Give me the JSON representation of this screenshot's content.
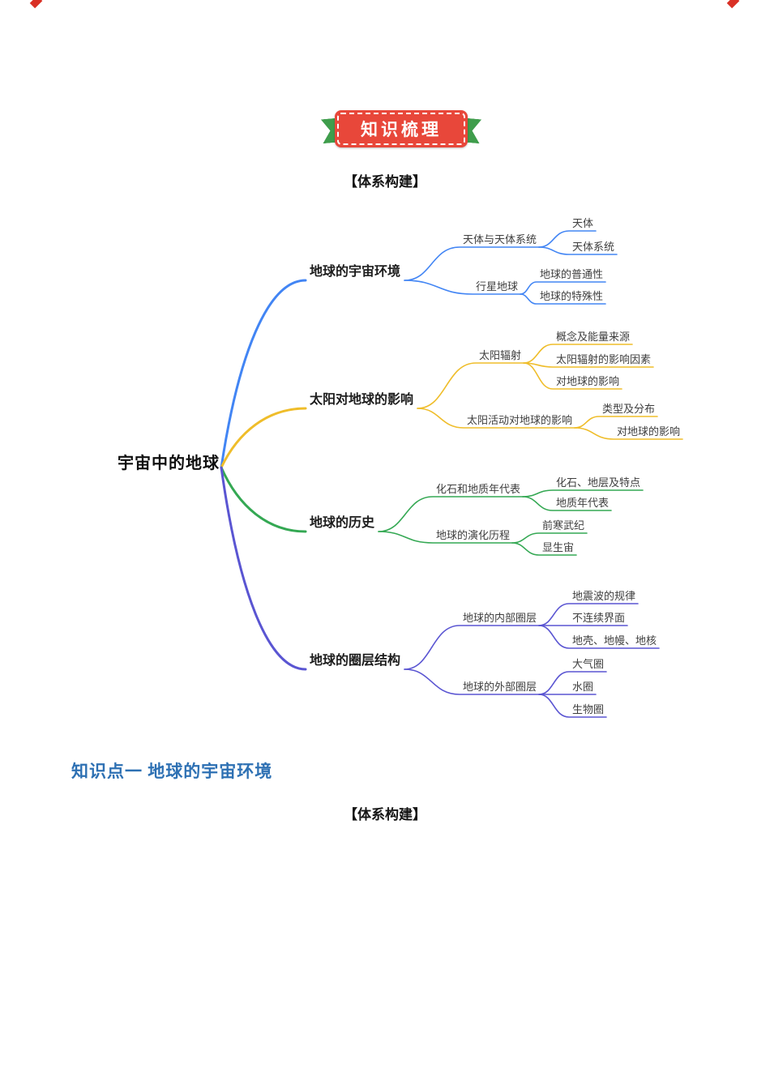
{
  "banner": {
    "label": "知识梳理"
  },
  "headings": {
    "system_build_top": "【体系构建】",
    "knowledge_point": "知识点一 地球的宇宙环境",
    "system_build_bottom": "【体系构建】"
  },
  "colors": {
    "banner_red": "#e8473a",
    "ribbon_green": "#3f9d4c",
    "heading_blue": "#2d70b3",
    "corner_mark_red": "#d93025"
  },
  "mindmap": {
    "root": {
      "label": "宇宙中的地球"
    },
    "branches": [
      {
        "label": "地球的宇宙环境",
        "color": "#4285f4",
        "children": [
          {
            "label": "天体与天体系统",
            "children": [
              {
                "label": "天体"
              },
              {
                "label": "天体系统"
              }
            ]
          },
          {
            "label": "行星地球",
            "children": [
              {
                "label": "地球的普通性"
              },
              {
                "label": "地球的特殊性"
              }
            ]
          }
        ]
      },
      {
        "label": "太阳对地球的影响",
        "color": "#efbd2a",
        "children": [
          {
            "label": "太阳辐射",
            "children": [
              {
                "label": "概念及能量来源"
              },
              {
                "label": "太阳辐射的影响因素"
              },
              {
                "label": "对地球的影响"
              }
            ]
          },
          {
            "label": "太阳活动对地球的影响",
            "children": [
              {
                "label": "类型及分布"
              },
              {
                "label": "对地球的影响"
              }
            ]
          }
        ]
      },
      {
        "label": "地球的历史",
        "color": "#34a853",
        "children": [
          {
            "label": "化石和地质年代表",
            "children": [
              {
                "label": "化石、地层及特点"
              },
              {
                "label": "地质年代表"
              }
            ]
          },
          {
            "label": "地球的演化历程",
            "children": [
              {
                "label": "前寒武纪"
              },
              {
                "label": "显生宙"
              }
            ]
          }
        ]
      },
      {
        "label": "地球的圈层结构",
        "color": "#5a55d2",
        "children": [
          {
            "label": "地球的内部圈层",
            "children": [
              {
                "label": "地震波的规律"
              },
              {
                "label": "不连续界面"
              },
              {
                "label": "地壳、地幔、地核"
              }
            ]
          },
          {
            "label": "地球的外部圈层",
            "children": [
              {
                "label": "大气圈"
              },
              {
                "label": "水圈"
              },
              {
                "label": "生物圈"
              }
            ]
          }
        ]
      }
    ]
  }
}
